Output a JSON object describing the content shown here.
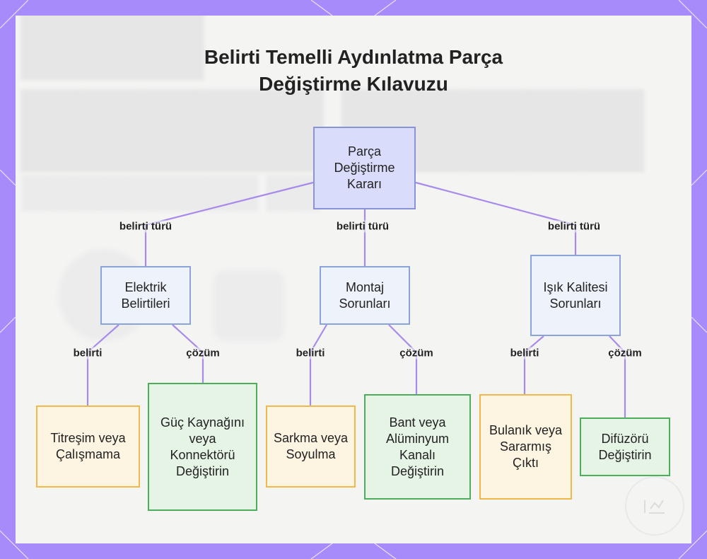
{
  "title": {
    "line1": "Belirti Temelli Aydınlatma Parça",
    "line2": "Değiştirme Kılavuzu"
  },
  "colors": {
    "frame": "#a78bfa",
    "connector": "#a88be8",
    "root_fill": "#d9dcfb",
    "category_fill": "#eef2fb",
    "symptom_fill": "#fdf4e2",
    "solution_fill": "#e6f4e6"
  },
  "nodes": {
    "root": "Parça Değiştirme Kararı",
    "electrical": "Elektrik Belirtileri",
    "mounting": "Montaj Sorunları",
    "light_quality": "Işık Kalitesi Sorunları",
    "symptom_flicker": "Titreşim veya Çalışmama",
    "solution_power": "Güç Kaynağını veya Konnektörü Değiştirin",
    "symptom_sag": "Sarkma veya Soyulma",
    "solution_tape": "Bant veya Alüminyum Kanalı Değiştirin",
    "symptom_blur": "Bulanık veya Sararmış Çıktı",
    "solution_diffuser": "Difüzörü Değiştirin"
  },
  "edges": {
    "type_label": "belirti türü",
    "symptom_label": "belirti",
    "solution_label": "çözüm"
  },
  "logo_icon": "brand-logo-icon"
}
